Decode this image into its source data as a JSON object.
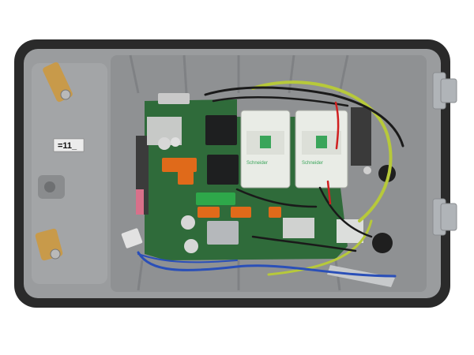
{
  "photo": {
    "subject": "open electrical control enclosure",
    "colors": {
      "background": "#ffffff",
      "gasket": "#2a2a2a",
      "enclosure": "#9a9c9e",
      "enclosure_dark": "#7f8184",
      "pcb": "#2f6b3a",
      "contactor": "#e9ece6",
      "contactor_accent": "#3aa55a",
      "relay": "#1e1f20",
      "terminal": "#e06a1a",
      "wire_yellow_green": "#b7c93a",
      "wire_blue": "#2a4fb8",
      "wire_black": "#1a1a1a",
      "wire_red": "#d02020",
      "metal": "#b9b9b9",
      "bracket": "#c89a4a"
    },
    "labels": {
      "enclosure_tag": "=11_",
      "contactor_brand_1": "Schneider",
      "contactor_brand_2": "Schneider"
    }
  }
}
